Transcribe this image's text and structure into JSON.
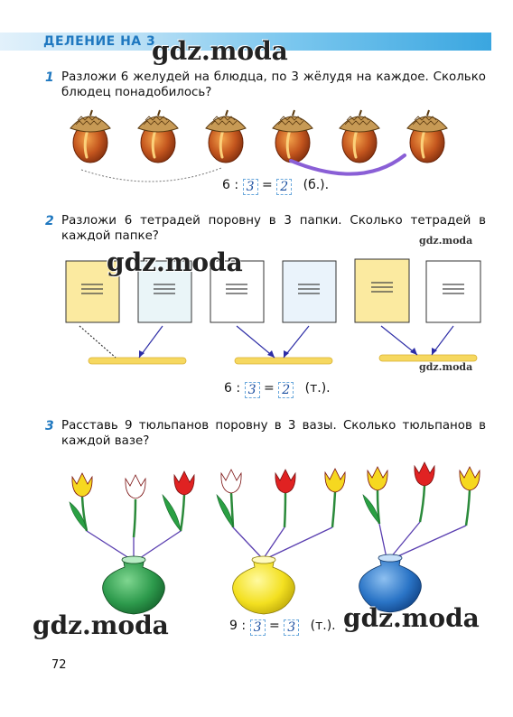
{
  "header": {
    "title": "ДЕЛЕНИЕ НА 3"
  },
  "watermark": {
    "large": "gdz.moda",
    "small": "gdz.moda"
  },
  "tasks": [
    {
      "number": "1",
      "text": "Разложи 6 желудей на блюдца, по 3 жёлудя на каждое. Сколько блюдец понадобилось?",
      "formula": {
        "dividend": "6",
        "op": ":",
        "divisor": "3",
        "eq": "=",
        "result": "2",
        "unit": "(б.)."
      }
    },
    {
      "number": "2",
      "text": "Разложи 6 тетрадей поровну в 3 папки. Сколько тетрадей в каждой папке?",
      "formula": {
        "dividend": "6",
        "op": ":",
        "divisor": "3",
        "eq": "=",
        "result": "2",
        "unit": "(т.)."
      }
    },
    {
      "number": "3",
      "text": "Расставь 9 тюльпанов поровну в 3 вазы. Сколько тюльпанов в каждой вазе?",
      "formula": {
        "dividend": "9",
        "op": ":",
        "divisor": "3",
        "eq": "=",
        "result": "3",
        "unit": "(т.)."
      }
    }
  ],
  "page_number": "72",
  "colors": {
    "title_blue": "#1f78c0",
    "acorn_brown": "#b8501c",
    "plate_purple": "#8a5fd6",
    "folder_yellow": "#f6d860",
    "vase_green": "#2d9a4c",
    "vase_yellow": "#f3e020",
    "vase_blue": "#2a74c6",
    "tulip_red": "#e02222",
    "tulip_yellow": "#f6d820"
  }
}
